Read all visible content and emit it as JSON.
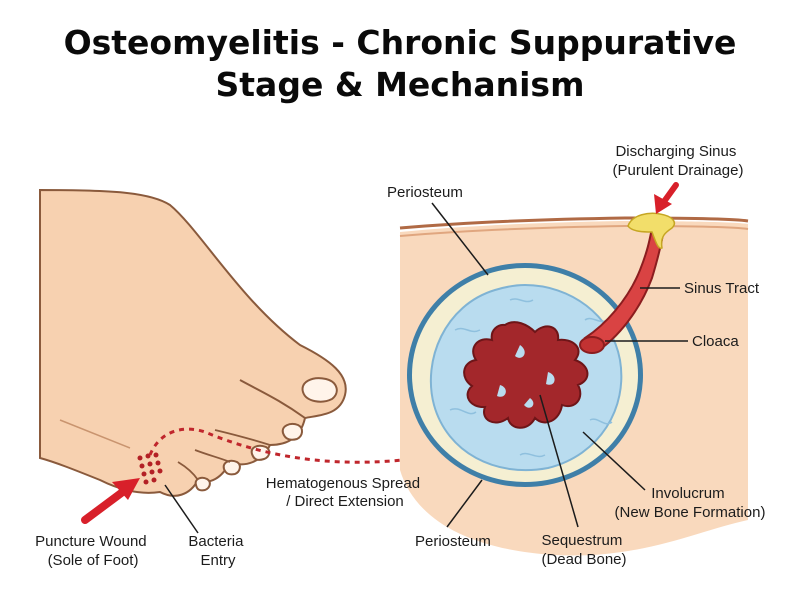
{
  "title": {
    "line1": "Osteomyelitis - Chronic Suppurative",
    "line2": "Stage & Mechanism"
  },
  "labels": {
    "discharging_sinus": [
      "Discharging Sinus",
      "(Purulent Drainage)"
    ],
    "periosteum_top": "Periosteum",
    "sinus_tract": "Sinus Tract",
    "cloaca": "Cloaca",
    "involucrum": [
      "Involucrum",
      "(New Bone Formation)"
    ],
    "sequestrum": [
      "Sequestrum",
      "(Dead Bone)"
    ],
    "periosteum_bottom": "Periosteum",
    "spread": [
      "Hematogenous Spread",
      "/ Direct Extension"
    ],
    "puncture_wound": [
      "Puncture Wound",
      "(Sole of Foot)"
    ],
    "bacteria_entry": [
      "Bacteria",
      "Entry"
    ]
  },
  "colors": {
    "skin": "#f7d1b0",
    "skin_outline": "#8a5a3c",
    "tissue": "#f9d9bd",
    "periosteum": "#3f7fa8",
    "cortex": "#f5efd2",
    "marrow": "#b9dcef",
    "sequestrum": "#a3272b",
    "sinus": "#d94343",
    "pus": "#f2de6a",
    "arrow": "#d8202a"
  }
}
